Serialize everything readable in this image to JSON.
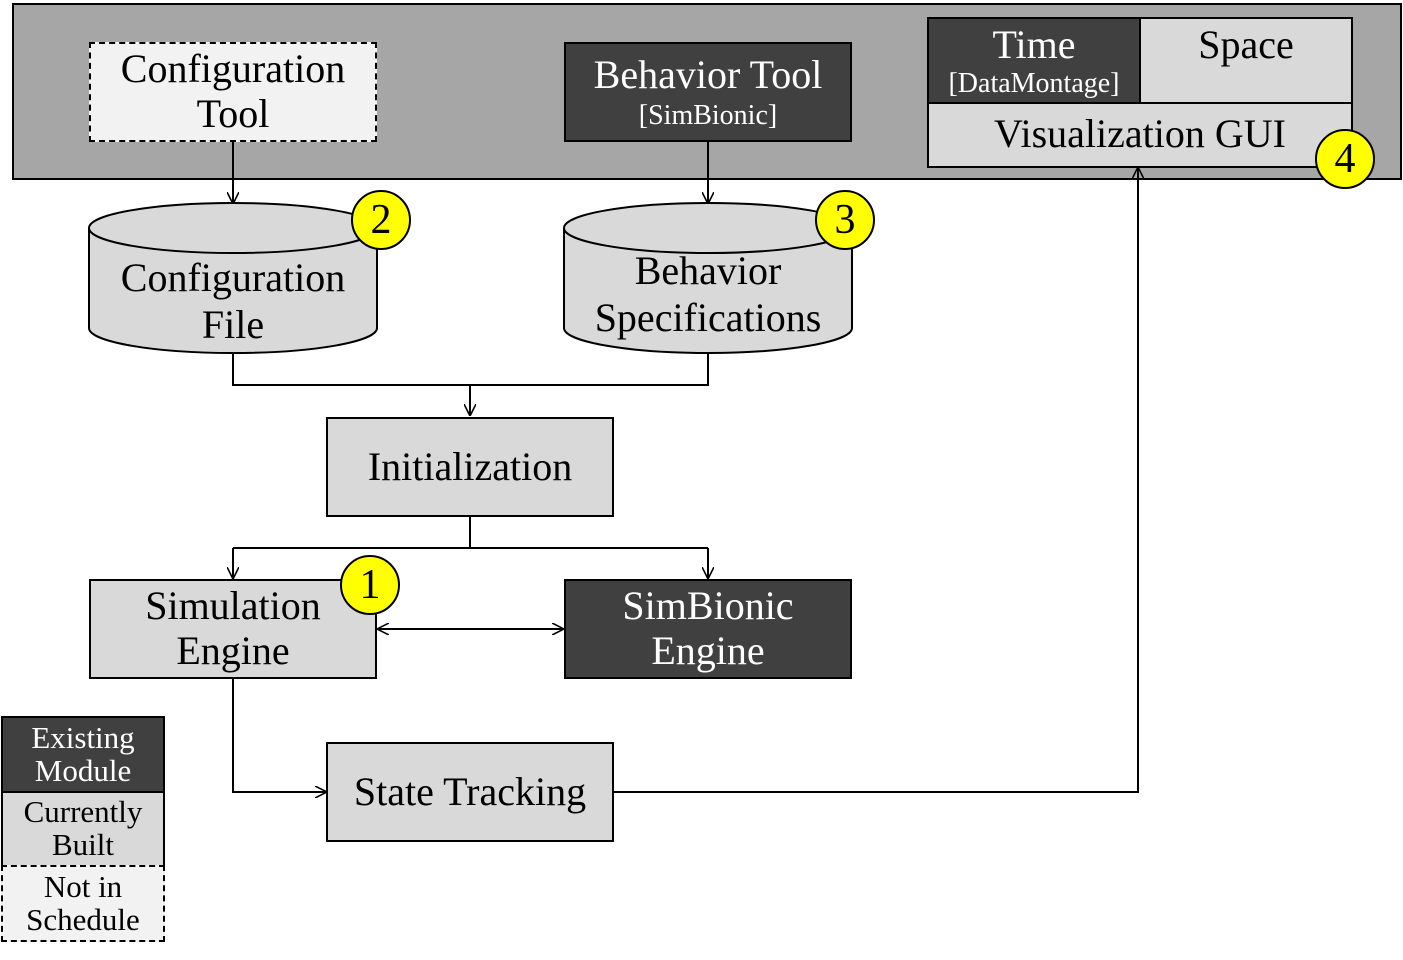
{
  "top_panel": {
    "configuration_tool": {
      "line1": "Configuration",
      "line2": "Tool"
    },
    "behavior_tool": {
      "name": "Behavior Tool",
      "sub": "[SimBionic]"
    },
    "visualization": {
      "time": "Time",
      "time_sub": "[DataMontage]",
      "space": "Space",
      "gui": "Visualization GUI",
      "badge": "4"
    }
  },
  "stores": {
    "configuration_file": {
      "line1": "Configuration",
      "line2": "File",
      "badge": "2"
    },
    "behavior_specifications": {
      "line1": "Behavior",
      "line2": "Specifications",
      "badge": "3"
    }
  },
  "initialization": "Initialization",
  "simulation_engine": {
    "line1": "Simulation",
    "line2": "Engine",
    "badge": "1"
  },
  "simbionic_engine": {
    "line1": "SimBionic",
    "line2": "Engine"
  },
  "state_tracking": "State Tracking",
  "legend": {
    "existing": {
      "line1": "Existing",
      "line2": "Module"
    },
    "current": {
      "line1": "Currently",
      "line2": "Built"
    },
    "planned": {
      "line1": "Not in",
      "line2": "Schedule"
    }
  },
  "colors": {
    "panel": "#a6a6a6",
    "existing": "#404040",
    "current": "#d9d9d9",
    "planned": "#f2f2f2",
    "badge": "#ffff00"
  }
}
